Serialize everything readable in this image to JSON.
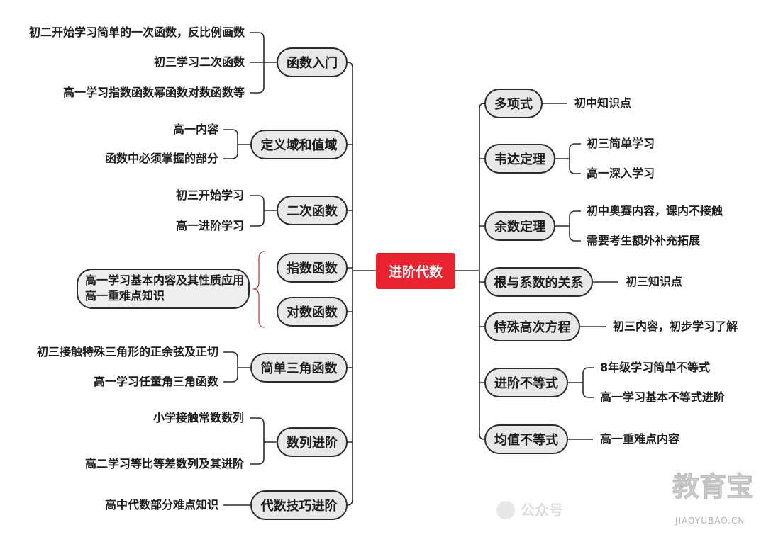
{
  "center": {
    "label": "进阶代数"
  },
  "left": [
    {
      "label": "函数入门",
      "notes": [
        "初二开始学习简单的一次函数，反比例画数",
        "初三学习二次函数",
        "高一学习指数函数幂函数对数函数等"
      ]
    },
    {
      "label": "定义域和值域",
      "notes": [
        "高一内容",
        "函数中必须掌握的部分"
      ]
    },
    {
      "label": "二次函数",
      "notes": [
        "初三开始学习",
        "高一进阶学习"
      ]
    },
    {
      "label": "指数函数",
      "notes": []
    },
    {
      "label": "对数函数",
      "notes": []
    },
    {
      "label": "简单三角函数",
      "notes": [
        "初三接触特殊三角形的正余弦及正切",
        "高一学习任童角三角函数"
      ]
    },
    {
      "label": "数列进阶",
      "notes": [
        "小学接触常数数列",
        "高二学习等比等差数列及其进阶"
      ]
    },
    {
      "label": "代数技巧进阶",
      "notes": [
        "高中代数部分难点知识"
      ]
    }
  ],
  "shared_note": {
    "lines": [
      "高一学习基本内容及其性质应用",
      "高一重难点知识"
    ]
  },
  "right": [
    {
      "label": "多项式",
      "notes": [
        "初中知识点"
      ]
    },
    {
      "label": "韦达定理",
      "notes": [
        "初三简单学习",
        "高一深入学习"
      ]
    },
    {
      "label": "余数定理",
      "notes": [
        "初中奥赛内容，课内不接触",
        "需要考生额外补充拓展"
      ]
    },
    {
      "label": "根与系数的关系",
      "notes": [
        "初三知识点"
      ]
    },
    {
      "label": "特殊高次方程",
      "notes": [
        "初三内容，初步学习了解"
      ]
    },
    {
      "label": "进阶不等式",
      "notes": [
        "8年级学习简单不等式",
        "高一学习基本不等式进阶"
      ]
    },
    {
      "label": "均值不等式",
      "notes": [
        "高一重难点内容"
      ]
    }
  ],
  "watermark": {
    "channel": "公众号",
    "brand": "教育宝",
    "domain": "JIAOYUBAO.CN",
    "icon": "wechat-icon"
  },
  "colors": {
    "center": "#e9232f",
    "node_fill": "#e8e8e8",
    "line": "#2b2b2b",
    "brace": "#b8343a"
  }
}
